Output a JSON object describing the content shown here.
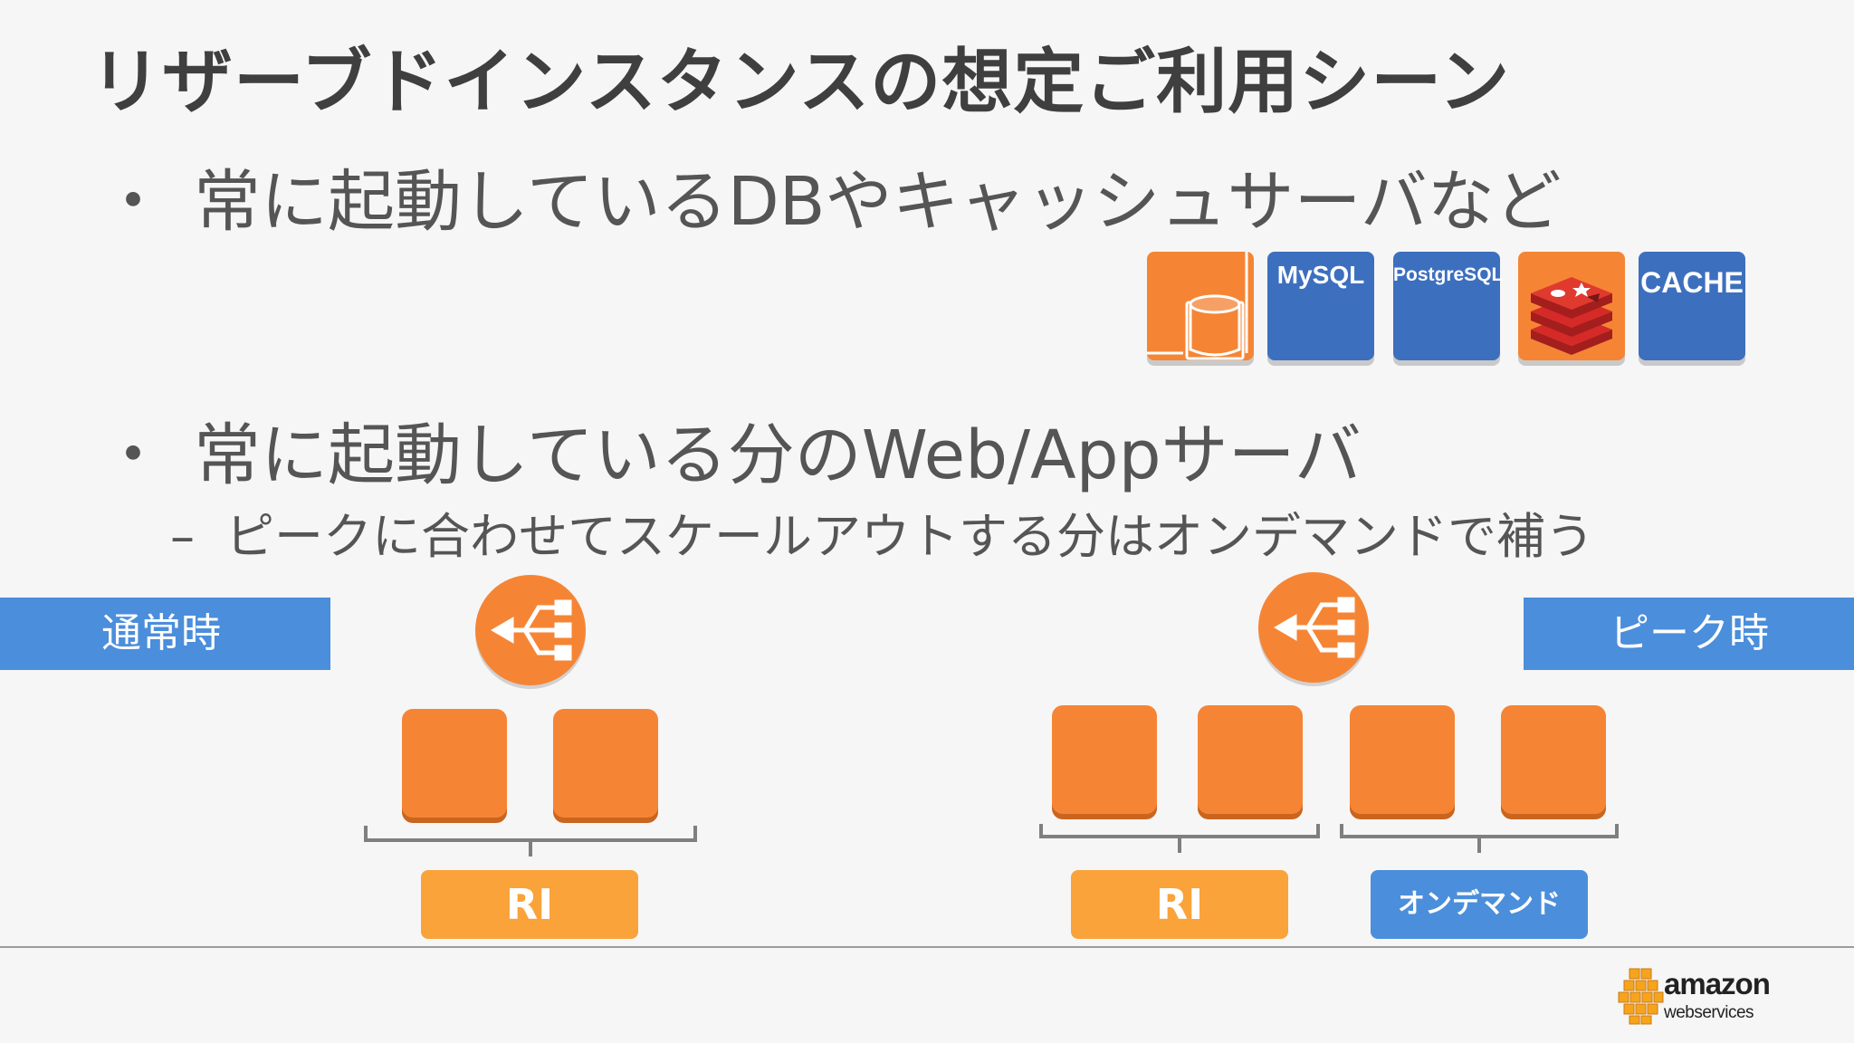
{
  "slide": {
    "title": "リザーブドインスタンスの想定ご利用シーン",
    "bullet_dot": "・",
    "bullet1": "常に起動しているDBやキャッシュサーバなど",
    "bullet2": "常に起動している分のWeb/Appサーバ",
    "sub_dash": "–",
    "sub_bullet": "ピークに合わせてスケールアウトする分はオンデマンドで補う"
  },
  "db_icons": {
    "rds_icon": "rds-database-icon",
    "mysql": "MySQL",
    "postgresql": "PostgreSQL",
    "redis_icon": "redis-icon",
    "cache": "CACHE"
  },
  "diagram": {
    "normal_label": "通常時",
    "peak_label": "ピーク時",
    "ri_label": "RI",
    "on_demand_label": "オンデマンド"
  },
  "logo": {
    "word1": "amazon",
    "word2": "webservices"
  },
  "colors": {
    "aws_orange": "#f58535",
    "ri_orange": "#f9a33a",
    "label_blue": "#4b8edb",
    "db_blue": "#3d6fbf",
    "redis_red": "#d52a27"
  }
}
